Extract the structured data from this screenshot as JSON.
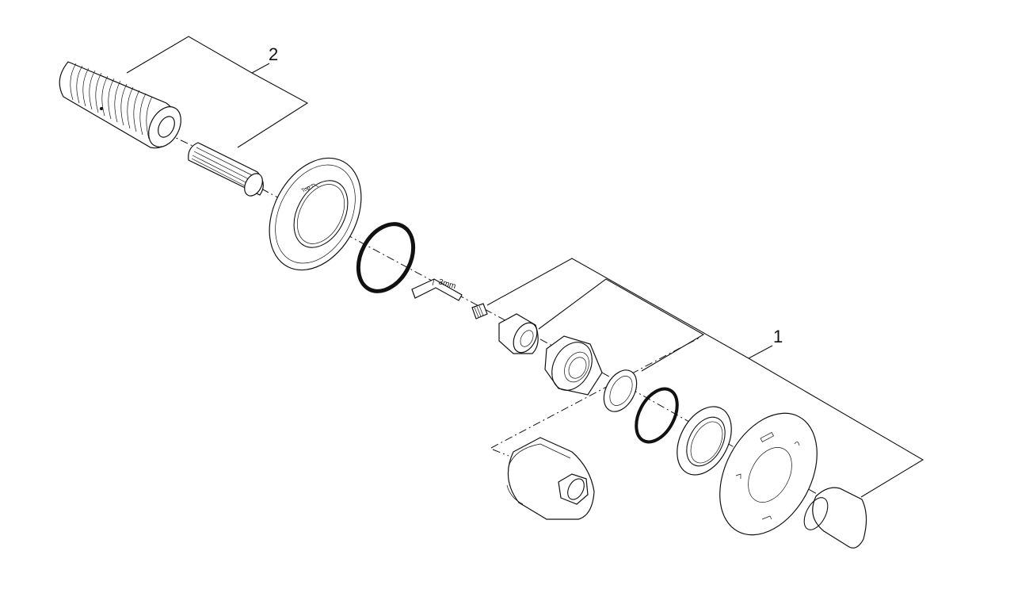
{
  "diagram": {
    "callouts": [
      {
        "id": "callout-1",
        "label": "1"
      },
      {
        "id": "callout-2",
        "label": "2"
      }
    ],
    "hex_key_label": "3mm",
    "colors": {
      "ink": "#111111",
      "paper": "#ffffff"
    }
  }
}
